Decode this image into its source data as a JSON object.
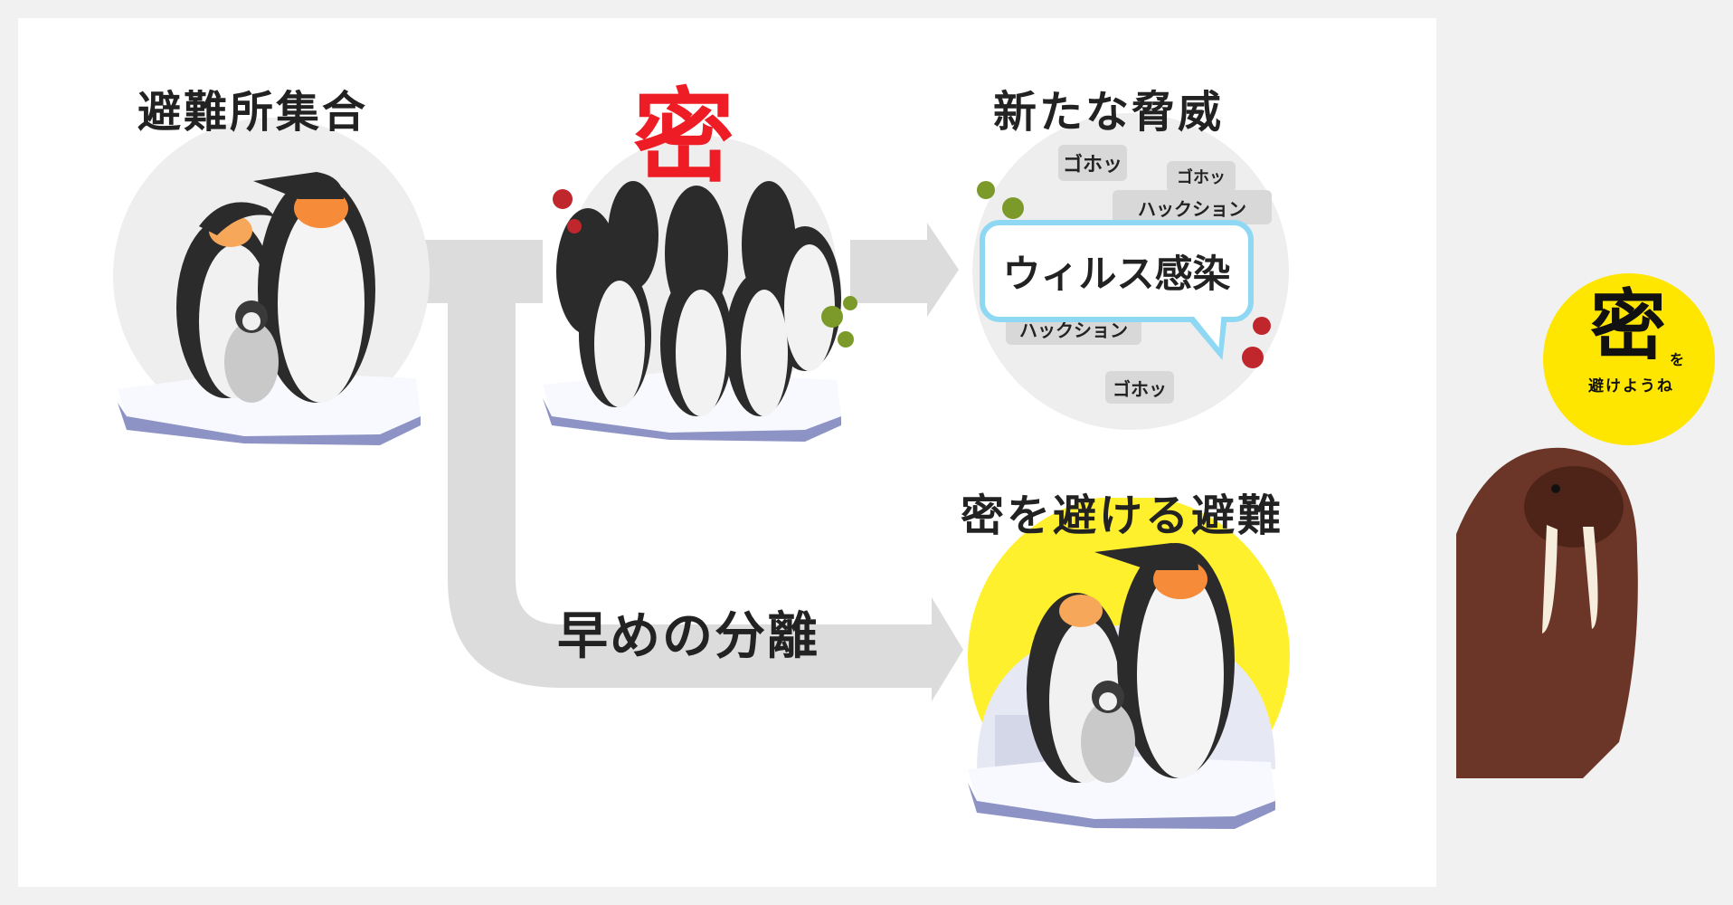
{
  "titles": {
    "shelter": "避難所集合",
    "crowded": "密",
    "threat": "新たな脅威",
    "avoid": "密を避ける避難"
  },
  "flow_label": "早めの分離",
  "threat_bubbles": {
    "main": "ウィルス感染",
    "cough_1": "ゴホッ",
    "cough_2": "ゴホッ",
    "cough_3": "ゴホッ",
    "sneeze_1": "ハックション",
    "sneeze_2": "ハックション"
  },
  "badge": {
    "big": "密",
    "particle": "を",
    "small": "避けようね"
  },
  "colors": {
    "accent_red": "#ee1c25",
    "highlight_yellow": "#fff02e",
    "bubble_border": "#8ed8f4",
    "arrow_gray": "#dcdcdc",
    "walrus_brown": "#6b3628"
  }
}
